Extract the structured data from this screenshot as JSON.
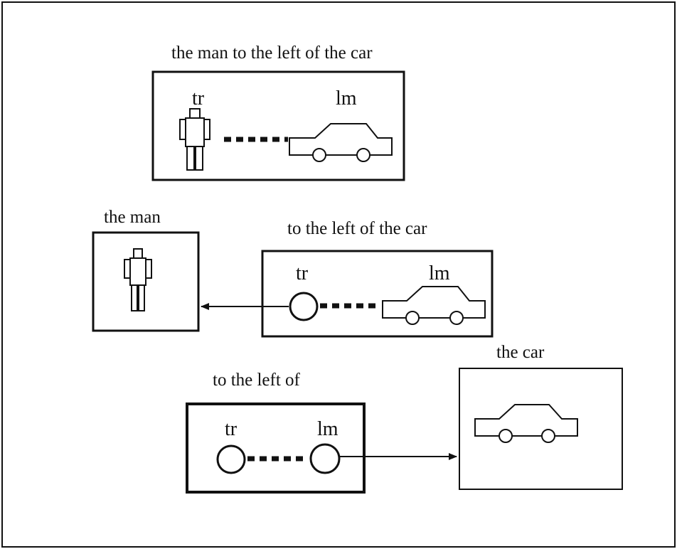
{
  "panels": {
    "full_phrase": {
      "caption": "the man to the left of the car",
      "tr_label": "tr",
      "lm_label": "lm"
    },
    "the_man": {
      "caption": "the man"
    },
    "to_the_left_of_the_car": {
      "caption": "to the left of the car",
      "tr_label": "tr",
      "lm_label": "lm"
    },
    "to_the_left_of": {
      "caption": "to the left of",
      "tr_label": "tr",
      "lm_label": "lm"
    },
    "the_car": {
      "caption": "the car"
    }
  },
  "colors": {
    "ink": "#111111",
    "background": "#ffffff"
  },
  "icons": [
    "man-icon",
    "car-icon",
    "trajector-circle-icon",
    "landmark-circle-icon",
    "dotted-relation-line",
    "arrow"
  ]
}
